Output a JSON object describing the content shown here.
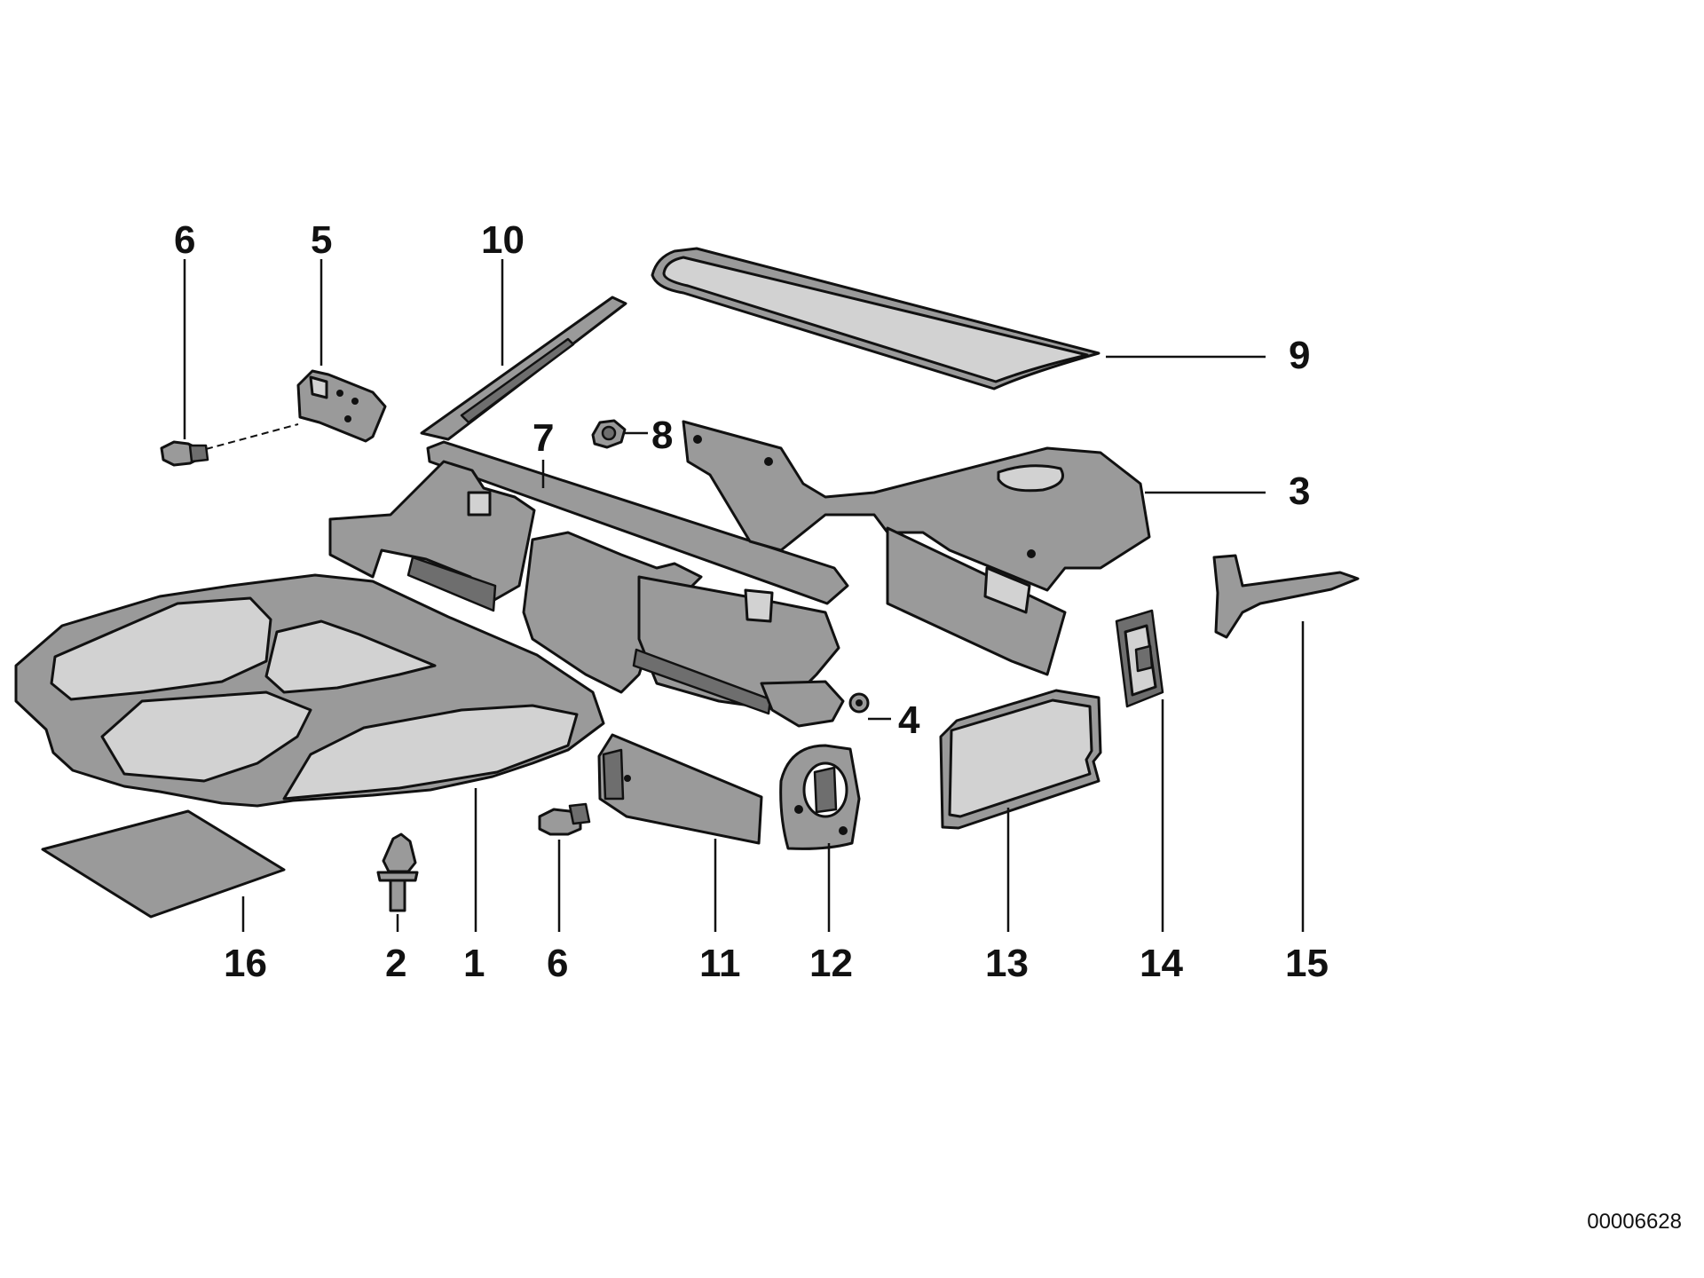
{
  "diagram": {
    "part_numbers": {
      "p1": "1",
      "p2": "2",
      "p3": "3",
      "p4": "4",
      "p5": "5",
      "p6a": "6",
      "p6b": "6",
      "p7": "7",
      "p8": "8",
      "p9": "9",
      "p10": "10",
      "p11": "11",
      "p12": "12",
      "p13": "13",
      "p14": "14",
      "p15": "15",
      "p16": "16"
    },
    "drawing_code": "00006628"
  }
}
